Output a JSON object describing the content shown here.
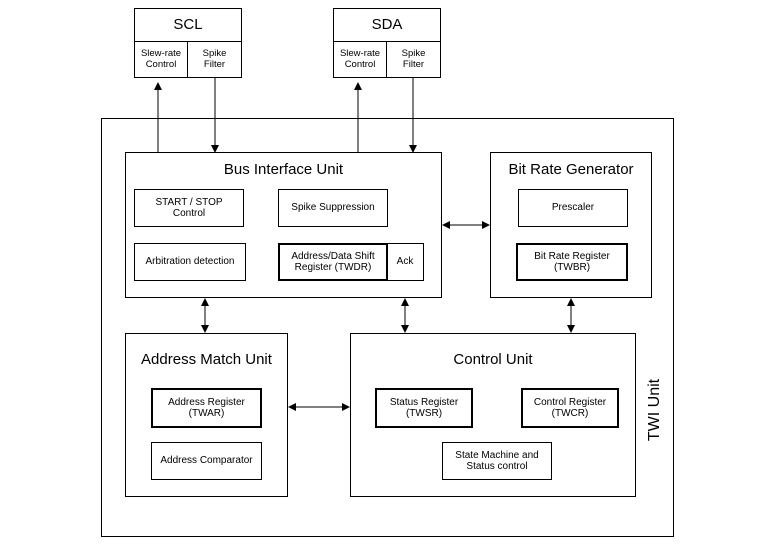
{
  "pins": {
    "scl": {
      "name": "SCL",
      "slew": "Slew-rate\nControl",
      "spike": "Spike\nFilter"
    },
    "sda": {
      "name": "SDA",
      "slew": "Slew-rate\nControl",
      "spike": "Spike\nFilter"
    }
  },
  "twi_unit": {
    "label": "TWI Unit"
  },
  "bus_interface_unit": {
    "title": "Bus Interface Unit",
    "start_stop": "START / STOP\nControl",
    "spike_suppression": "Spike Suppression",
    "arbitration": "Arbitration detection",
    "shift_register": "Address/Data Shift\nRegister (TWDR)",
    "ack": "Ack"
  },
  "bit_rate_generator": {
    "title": "Bit Rate Generator",
    "prescaler": "Prescaler",
    "bit_rate_register": "Bit Rate Register\n(TWBR)"
  },
  "address_match_unit": {
    "title": "Address Match Unit",
    "address_register": "Address Register\n(TWAR)",
    "address_comparator": "Address Comparator"
  },
  "control_unit": {
    "title": "Control Unit",
    "status_register": "Status Register\n(TWSR)",
    "control_register": "Control Register\n(TWCR)",
    "state_machine": "State Machine and\nStatus control"
  }
}
